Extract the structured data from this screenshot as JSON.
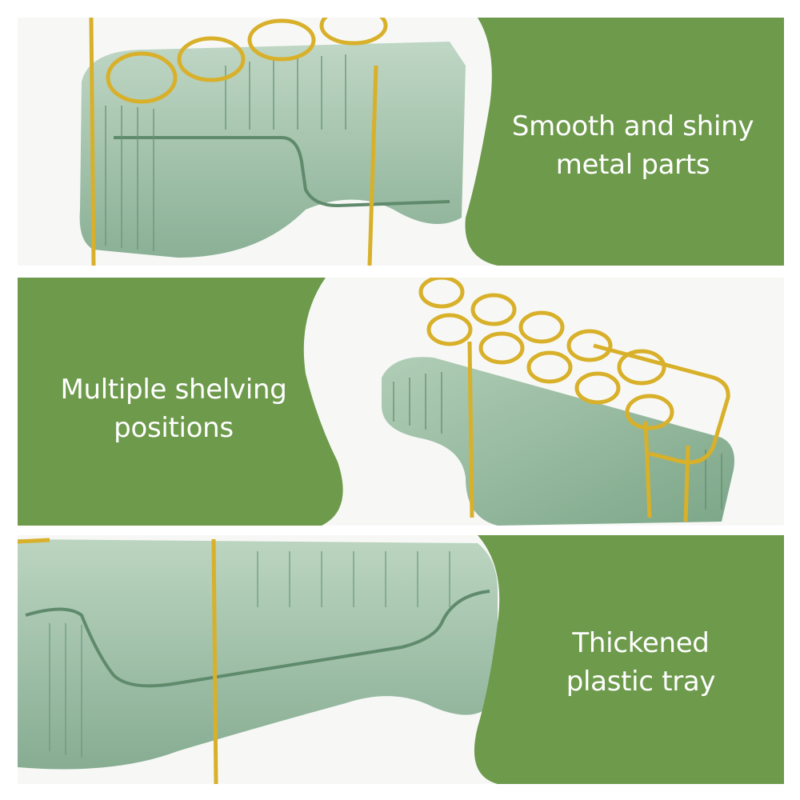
{
  "colors": {
    "panel_green": "#6e9a4c",
    "tray_green": "#8fb49a",
    "tray_dark": "#5f8a6c",
    "metal_gold": "#d8b02a",
    "background": "#ffffff"
  },
  "panels": [
    {
      "caption_lines": [
        "Smooth and shiny",
        "metal parts"
      ],
      "image": "tray-closeup-with-gold-rings"
    },
    {
      "caption_lines": [
        "Multiple shelving",
        "positions"
      ],
      "image": "tray-with-gold-ring-rack"
    },
    {
      "caption_lines": [
        "Thickened",
        "plastic tray"
      ],
      "image": "tray-edge-closeup"
    }
  ]
}
